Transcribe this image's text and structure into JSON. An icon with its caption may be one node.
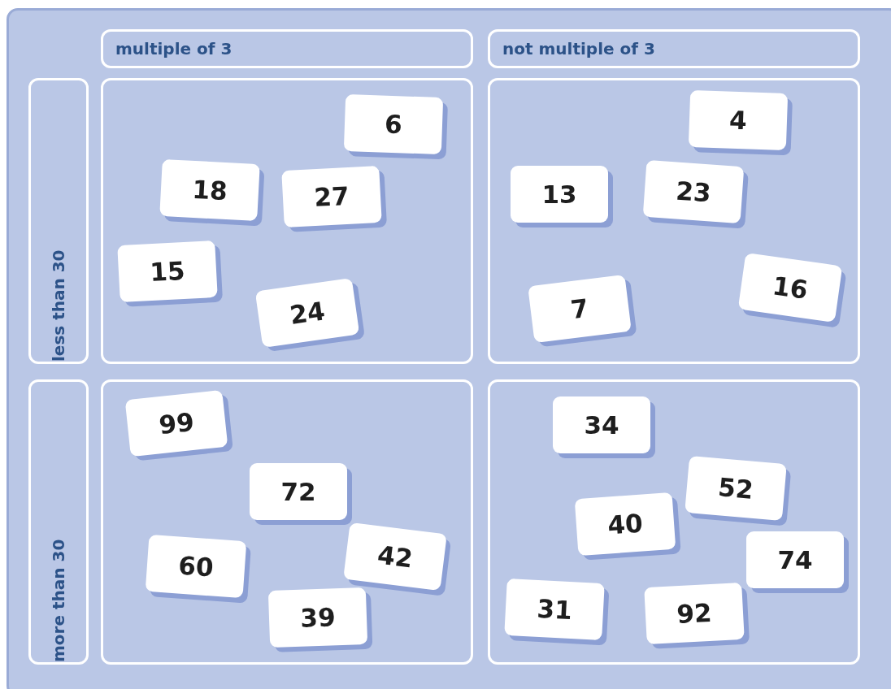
{
  "diagram": {
    "nodes": [
      {
        "text": [
          "multiple of 3"
        ]
      },
      {
        "text": [
          "not multiple of 3"
        ]
      },
      {
        "text": [
          "less than 30"
        ]
      },
      {
        "text": [],
        "shape": "box"
      },
      {
        "text": [
          "6"
        ],
        "in": 3
      },
      {
        "text": [
          "18"
        ],
        "in": 3
      },
      {
        "text": [
          "27"
        ],
        "in": 3
      },
      {
        "text": [
          "15"
        ],
        "in": 3
      },
      {
        "text": [
          "24"
        ],
        "in": 3
      },
      {
        "text": [],
        "shape": "box"
      },
      {
        "text": [
          "4"
        ],
        "in": 9
      },
      {
        "text": [
          "13"
        ],
        "in": 9
      },
      {
        "text": [
          "23"
        ],
        "in": 9
      },
      {
        "text": [
          "16"
        ],
        "in": 9
      },
      {
        "text": [
          "7"
        ],
        "in": 9
      },
      {
        "text": [
          "more than 30"
        ]
      },
      {
        "text": [],
        "shape": "box"
      },
      {
        "text": [
          "99"
        ],
        "in": 16
      },
      {
        "text": [
          "72"
        ],
        "in": 16
      },
      {
        "text": [
          "60"
        ],
        "in": 16
      },
      {
        "text": [
          "42"
        ],
        "in": 16
      },
      {
        "text": [
          "39"
        ],
        "in": 16
      },
      {
        "text": [],
        "shape": "box"
      },
      {
        "text": [
          "34"
        ],
        "in": 22
      },
      {
        "text": [
          "52"
        ],
        "in": 22
      },
      {
        "text": [
          "40"
        ],
        "in": 22
      },
      {
        "text": [
          "74"
        ],
        "in": 22
      },
      {
        "text": [
          "31"
        ],
        "in": 22
      },
      {
        "text": [
          "92"
        ],
        "in": 22
      }
    ]
  }
}
